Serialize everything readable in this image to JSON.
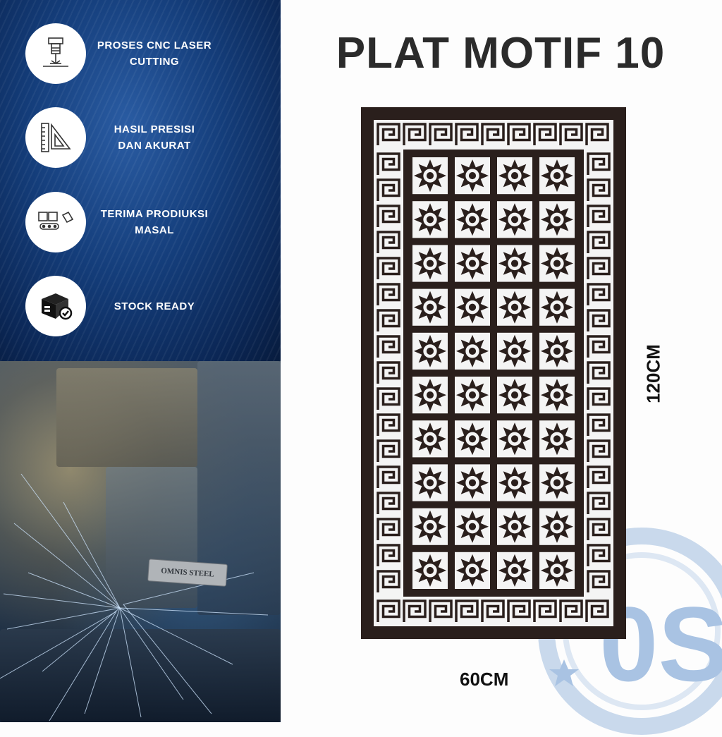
{
  "features": [
    {
      "label": "PROSES CNC LASER\nCUTTING",
      "icon": "laser-cutting-icon"
    },
    {
      "label": "HASIL PRESISI\nDAN AKURAT",
      "icon": "ruler-triangle-icon"
    },
    {
      "label": "TERIMA  PRODIUKSI\nMASAL",
      "icon": "conveyor-production-icon"
    },
    {
      "label": "STOCK READY",
      "icon": "box-check-icon"
    }
  ],
  "title": "PLAT MOTIF 10",
  "dimensions": {
    "height": "120CM",
    "width": "60CM"
  },
  "machine_plate": "OMNIS STEEL",
  "colors": {
    "panel": "#2a1f1c",
    "background_blue": "#143d7a",
    "logo": "#b9cfe9",
    "title": "#2b2b2b"
  }
}
